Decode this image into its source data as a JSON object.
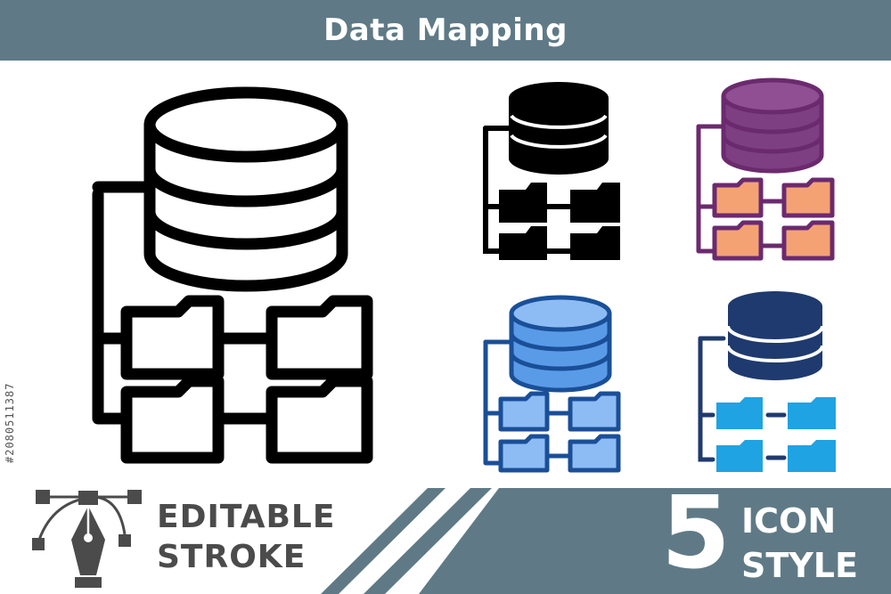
{
  "title": "Data Mapping",
  "side_id": "#2080511387",
  "footer": {
    "editable_line1": "EDITABLE",
    "editable_line2": "STROKE",
    "count": "5",
    "icon_line1": "ICON",
    "icon_line2": "STYLE"
  },
  "icons": [
    {
      "style": "outline",
      "icon": "database-folders-icon"
    },
    {
      "style": "solid-black",
      "icon": "database-folders-icon"
    },
    {
      "style": "lineal-color-purple-orange",
      "icon": "database-folders-icon"
    },
    {
      "style": "lineal-color-blue",
      "icon": "database-folders-icon"
    },
    {
      "style": "flat-navy-cyan",
      "icon": "database-folders-icon"
    }
  ],
  "colors": {
    "banner": "#5f7a86",
    "black": "#000000",
    "purple": "#6b2a6e",
    "orange": "#f4a274",
    "blue_stroke": "#1a4f98",
    "blue_fill": "#6fa8f2",
    "navy": "#1f3a6e",
    "cyan": "#1fa3e3"
  }
}
